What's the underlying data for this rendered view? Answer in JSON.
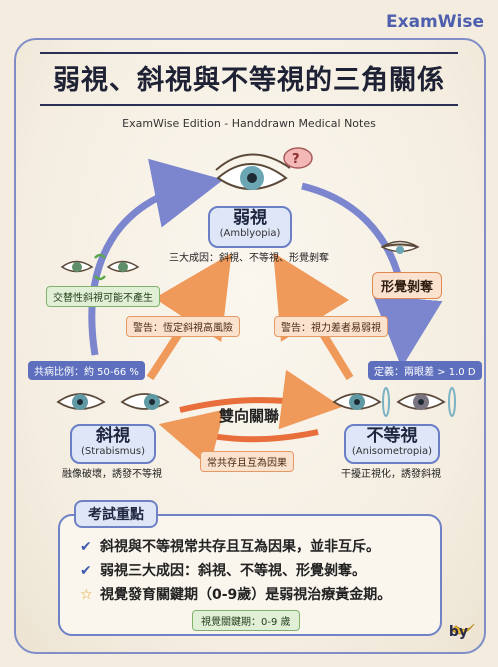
{
  "brand": "ExamWise",
  "title": "弱視、斜視與不等視的三角關係",
  "subtitle": "ExamWise Edition - Handdrawn Medical Notes",
  "nodes": {
    "amblyopia": {
      "zh": "弱視",
      "en": "(Amblyopia)",
      "caption": "三大成因：斜視、不等視、形覺剝奪"
    },
    "strabismus": {
      "zh": "斜視",
      "en": "(Strabismus)",
      "caption": "融像破壞，誘發不等視"
    },
    "anisometropia": {
      "zh": "不等視",
      "en": "(Anisometropia)",
      "caption": "干擾正視化，誘發斜視"
    }
  },
  "labels": {
    "alternating": "交替性斜視可能不產生",
    "deprivation": "形覺剝奪",
    "warn_strab": "警告：恆定斜視高風險",
    "warn_aniso": "警告：視力差者易弱視",
    "comorbidity": "共病比例：約 50-66 %",
    "definition": "定義：兩眼差 > 1.0 D",
    "bidirectional": "雙向關聯",
    "causal": "常共存且互為因果"
  },
  "exam": {
    "title": "考試重點",
    "items": [
      {
        "icon": "check-icon",
        "text": "斜視與不等視常共存且互為因果，並非互斥。"
      },
      {
        "icon": "check-icon",
        "text": "弱視三大成因：斜視、不等視、形覺剝奪。"
      },
      {
        "icon": "star-icon",
        "text": "視覺發育關鍵期（0-9歲）是弱視治療黃金期。"
      }
    ],
    "footer": "視覺關鍵期：0-9 歲"
  },
  "by": "by",
  "colors": {
    "accent": "#6a7fc4",
    "orange": "#e88a4c",
    "green": "#5aa84a"
  }
}
